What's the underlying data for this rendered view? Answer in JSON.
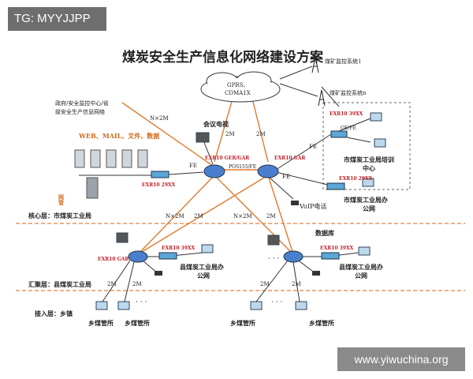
{
  "overlay": {
    "tag": "TG: MYYJJPP",
    "watermark": "www.yiwuchina.org"
  },
  "title": "煤炭安全生产信息化网络建设方案",
  "cloud": {
    "line1": "GPRS、",
    "line2": "CDMA1X"
  },
  "monitoring": {
    "system1": "煤矿监控系统1",
    "systemn": "煤矿监控系统n"
  },
  "top_left": {
    "line1": "政府/安全监控中心/省",
    "line2": "级安全生产信息网络",
    "services": "WEB、MAIL、文件、数据",
    "nm": "网管"
  },
  "core": {
    "gsr_left": "EXR10 GER/GAR",
    "gsr_right": "EXR10 GAR",
    "pos": "POS155/FE",
    "switch_left": "EXR10 29XX",
    "switch_right_top": "EXR10 39XX",
    "switch_right_mid": "GE/FE",
    "switch_right_bottom": "EXR10 29XX",
    "video": "会议电视",
    "voip": "VoIP电话",
    "training": "市煤炭工业局培训",
    "training2": "中心",
    "office": "市煤炭工业局办",
    "office2": "公网"
  },
  "links": {
    "nx2m": "N×2M",
    "2m": "2M",
    "fe": "FE"
  },
  "layers": {
    "core": "核心层：市煤炭工业局",
    "convergence": "汇聚层：县煤炭工业局",
    "access": "接入层：乡镇"
  },
  "county": {
    "left_router": "EXR10 GAR",
    "left_switch": "EXR10 39XX",
    "left_office": "县煤炭工业局办",
    "left_office2": "公网",
    "right_switch": "EXR10 39XX",
    "right_db": "数据库",
    "right_office": "县煤炭工业局办",
    "right_office2": "公网"
  },
  "access": {
    "mine": "乡煤管所",
    "dots": "· · ·"
  }
}
